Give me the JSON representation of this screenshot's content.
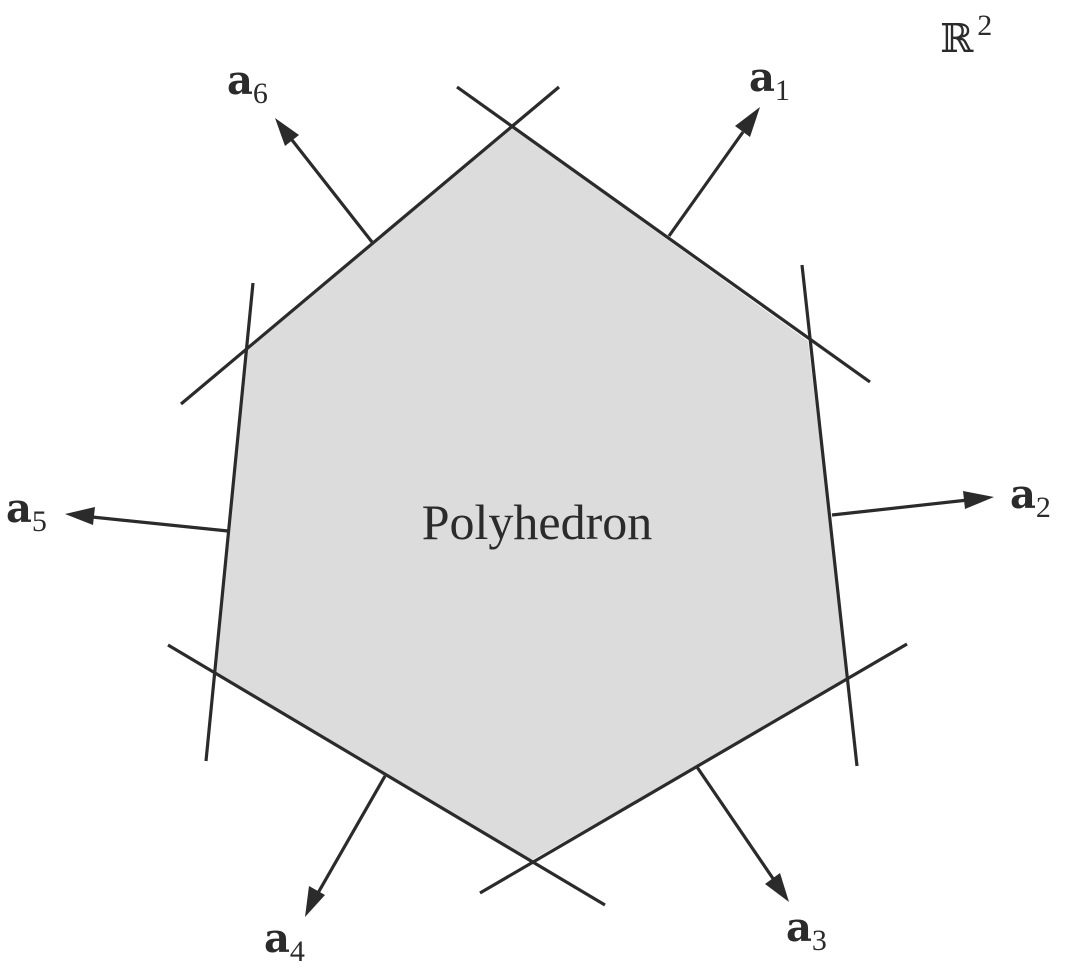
{
  "diagram": {
    "center_label": "Polyhedron",
    "space": {
      "symbol": "ℝ",
      "exponent": "2"
    },
    "normals": [
      {
        "id": "a1",
        "letter": "a",
        "index": "1"
      },
      {
        "id": "a2",
        "letter": "a",
        "index": "2"
      },
      {
        "id": "a3",
        "letter": "a",
        "index": "3"
      },
      {
        "id": "a4",
        "letter": "a",
        "index": "4"
      },
      {
        "id": "a5",
        "letter": "a",
        "index": "5"
      },
      {
        "id": "a6",
        "letter": "a",
        "index": "6"
      }
    ],
    "colors": {
      "region_fill": "#dcdcdc",
      "stroke": "#2b2b2b",
      "background": "#ffffff"
    }
  }
}
